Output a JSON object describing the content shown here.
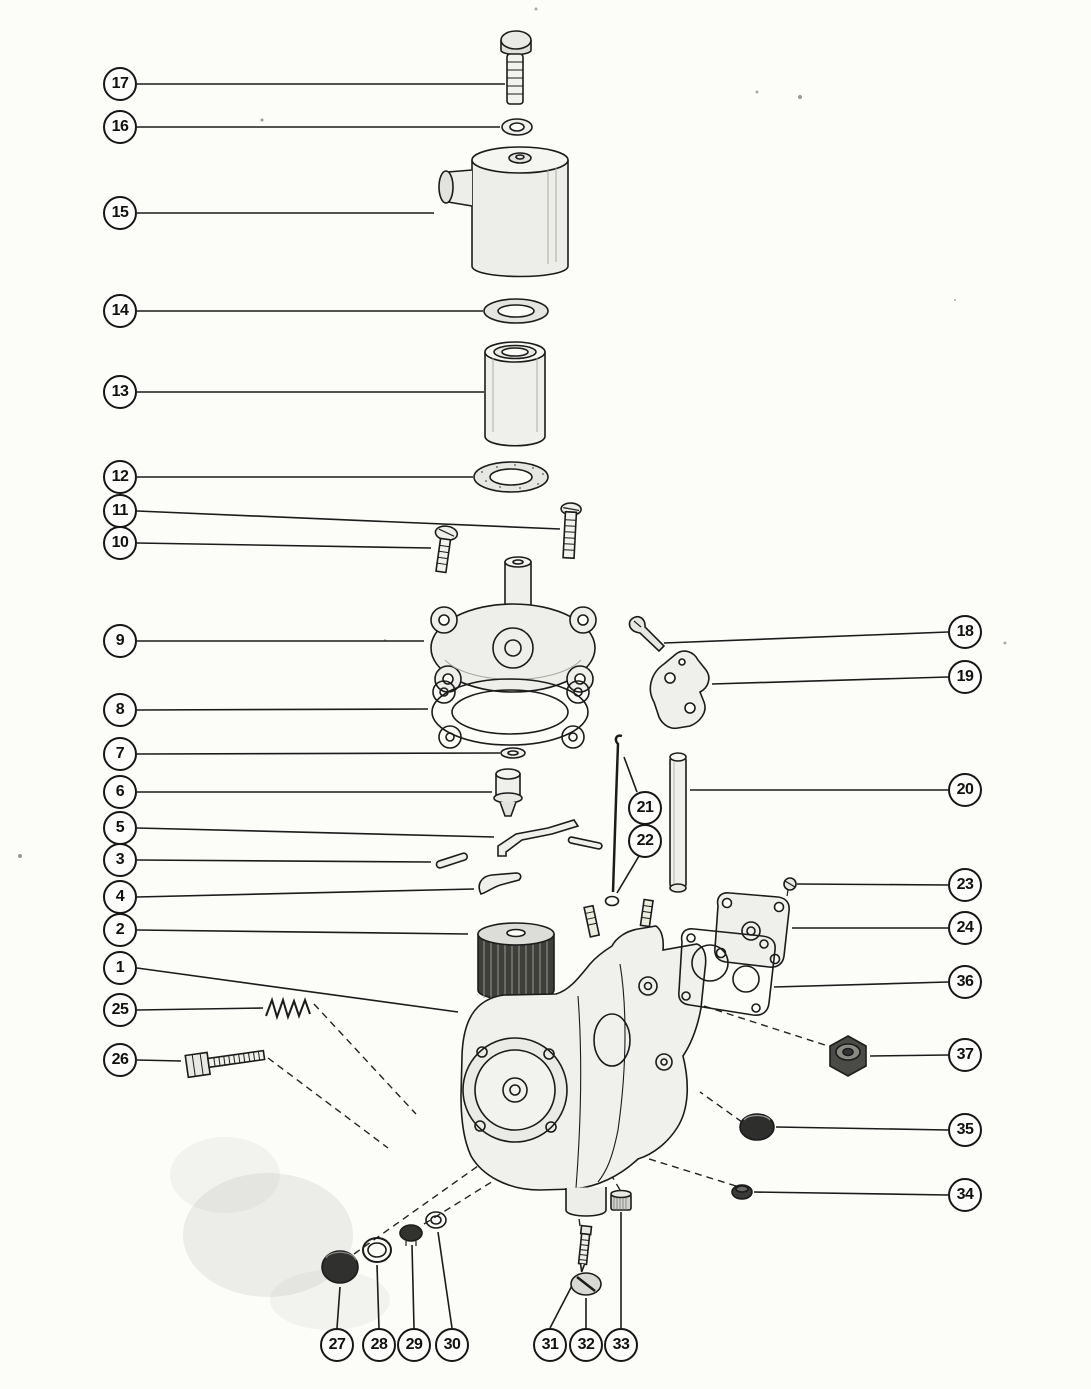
{
  "palette": {
    "paper": "#fcfcf9",
    "ink": "#1b1b1b"
  },
  "callouts": {
    "c1": "1",
    "c2": "2",
    "c3": "3",
    "c4": "4",
    "c5": "5",
    "c6": "6",
    "c7": "7",
    "c8": "8",
    "c9": "9",
    "c10": "10",
    "c11": "11",
    "c12": "12",
    "c13": "13",
    "c14": "14",
    "c15": "15",
    "c16": "16",
    "c17": "17",
    "c18": "18",
    "c19": "19",
    "c20": "20",
    "c21": "21",
    "c22": "22",
    "c23": "23",
    "c24": "24",
    "c25": "25",
    "c26": "26",
    "c27": "27",
    "c28": "28",
    "c29": "29",
    "c30": "30",
    "c31": "31",
    "c32": "32",
    "c33": "33",
    "c34": "34",
    "c35": "35",
    "c36": "36",
    "c37": "37"
  }
}
